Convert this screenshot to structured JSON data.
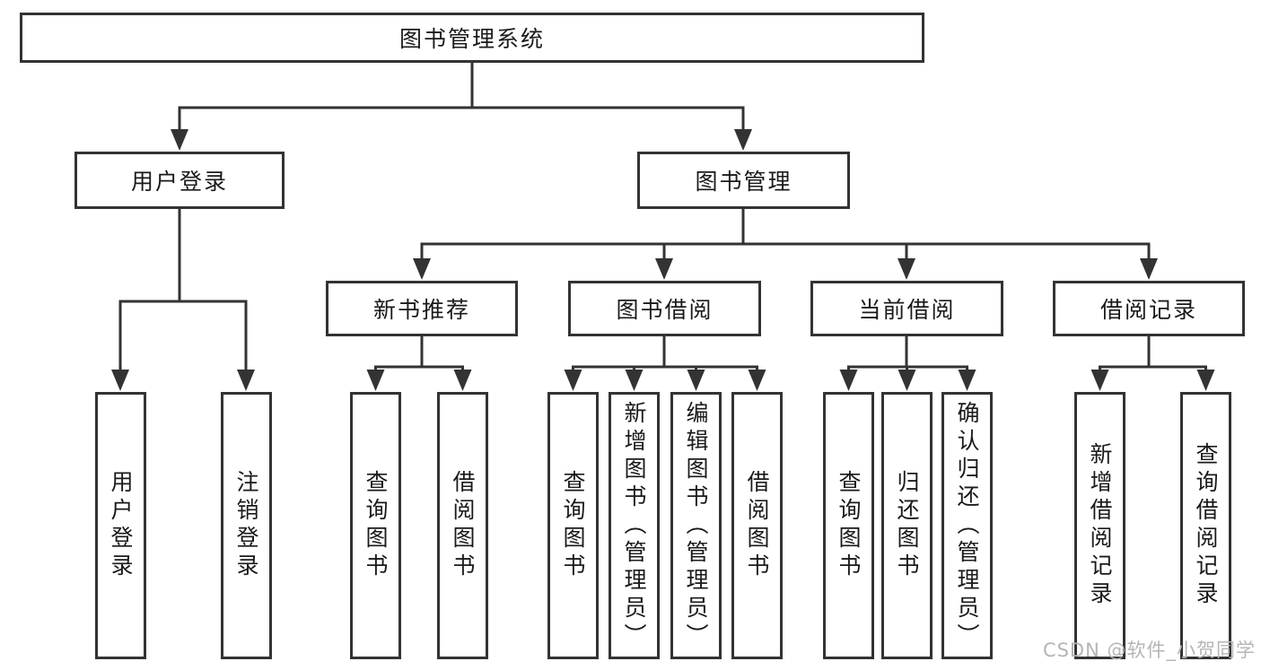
{
  "tree": {
    "label": "图书管理系统",
    "children": [
      {
        "label": "用户登录",
        "children": [
          {
            "label": "用户登录"
          },
          {
            "label": "注销登录"
          }
        ]
      },
      {
        "label": "图书管理",
        "children": [
          {
            "label": "新书推荐",
            "children": [
              {
                "label": "查询图书"
              },
              {
                "label": "借阅图书"
              }
            ]
          },
          {
            "label": "图书借阅",
            "children": [
              {
                "label": "查询图书"
              },
              {
                "label": "新增图书（管理员）"
              },
              {
                "label": "编辑图书（管理员）"
              },
              {
                "label": "借阅图书"
              }
            ]
          },
          {
            "label": "当前借阅",
            "children": [
              {
                "label": "查询图书"
              },
              {
                "label": "归还图书"
              },
              {
                "label": "确认归还（管理员）"
              }
            ]
          },
          {
            "label": "借阅记录",
            "children": [
              {
                "label": "新增借阅记录"
              },
              {
                "label": "查询借阅记录"
              }
            ]
          }
        ]
      }
    ]
  },
  "watermark": "CSDN @软件_小贺同学",
  "colors": {
    "line": "#333333",
    "box_border": "#333333",
    "box_fill": "#ffffff",
    "text": "#1a1a1a",
    "watermark": "#b5b5b5",
    "background": "#ffffff"
  }
}
